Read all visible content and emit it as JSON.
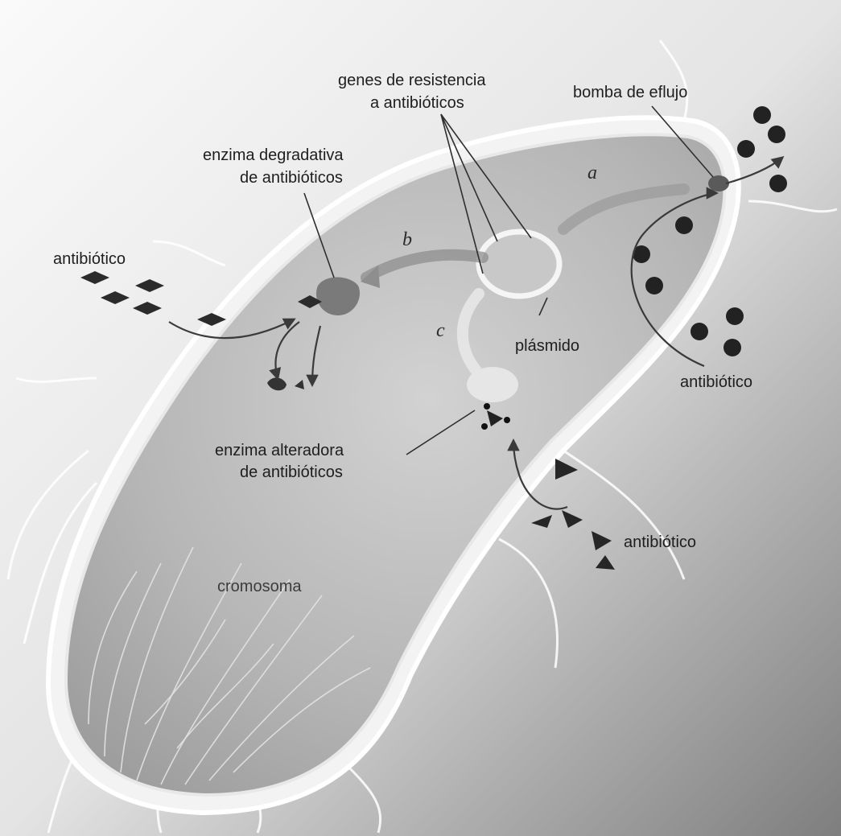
{
  "labels": {
    "genes_line1": "genes de resistencia",
    "genes_line2": "a antibióticos",
    "efflux_pump": "bomba de eflujo",
    "degrading_line1": "enzima degradativa",
    "degrading_line2": "de antibióticos",
    "antibiotic_left": "antibiótico",
    "antibiotic_right": "antibiótico",
    "antibiotic_bottom": "antibiótico",
    "plasmid": "plásmido",
    "altering_line1": "enzima alteradora",
    "altering_line2": "de antibióticos",
    "chromosome": "cromosoma",
    "letter_a": "a",
    "letter_b": "b",
    "letter_c": "c"
  },
  "colors": {
    "membrane": "#f2f2f2",
    "cytoplasm": "#b8b8b8",
    "molecule": "#2b2b2b",
    "background_light": "#f6f6f6",
    "background_dark": "#8a8a8a"
  }
}
